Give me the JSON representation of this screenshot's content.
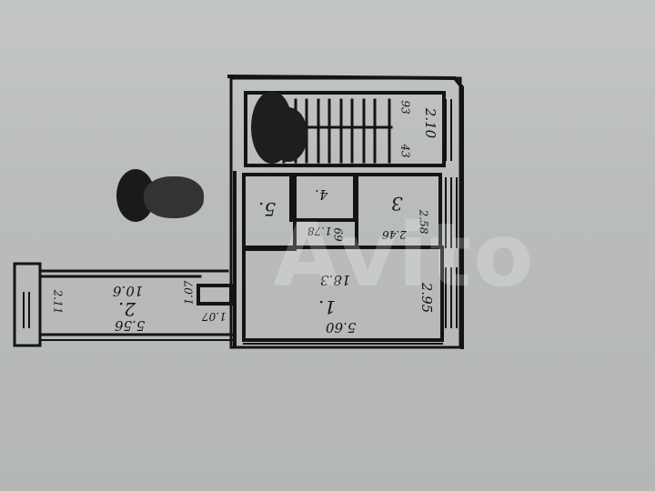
{
  "plan": {
    "rooms": [
      {
        "id": "1",
        "label": "1.",
        "area": "18.3",
        "width": "5.60",
        "depth": "2.95"
      },
      {
        "id": "2",
        "label": "2.",
        "area": "10.6",
        "width": "5.56",
        "depth": "2.11"
      },
      {
        "id": "3",
        "label": "3",
        "width": "2.46",
        "depth": "2.58"
      },
      {
        "id": "4",
        "label": "4."
      },
      {
        "id": "5",
        "label": "5."
      },
      {
        "id": "stair",
        "dim_a": "2.10",
        "dim_b": "93",
        "dim_c": "43"
      }
    ],
    "misc": {
      "corridor": "1.78",
      "door_a": "1.07",
      "door_b": "1.07",
      "small": "69"
    },
    "watermark": "Avito"
  }
}
